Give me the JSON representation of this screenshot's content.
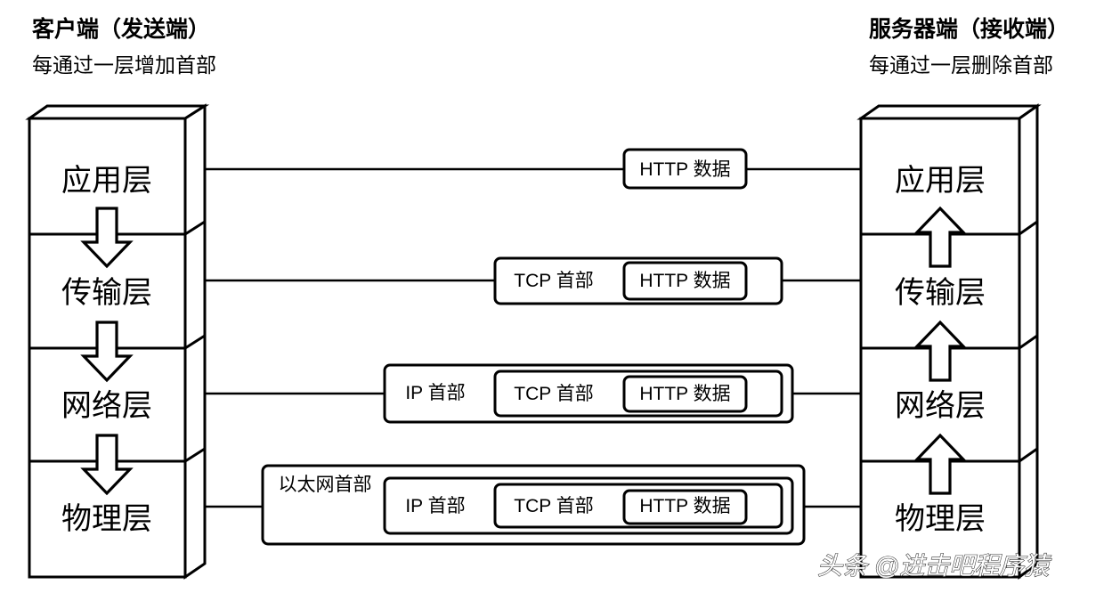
{
  "headers": {
    "client": {
      "title": "客户端（发送端）",
      "subtitle": "每通过一层增加首部"
    },
    "server": {
      "title": "服务器端（接收端）",
      "subtitle": "每通过一层删除首部"
    }
  },
  "client_stack": {
    "name": "client-protocol-stack",
    "layers": [
      {
        "id": "application",
        "label": "应用层"
      },
      {
        "id": "transport",
        "label": "传输层"
      },
      {
        "id": "network",
        "label": "网络层"
      },
      {
        "id": "physical",
        "label": "物理层"
      }
    ],
    "arrow_direction": "down"
  },
  "server_stack": {
    "name": "server-protocol-stack",
    "layers": [
      {
        "id": "application",
        "label": "应用层"
      },
      {
        "id": "transport",
        "label": "传输层"
      },
      {
        "id": "network",
        "label": "网络层"
      },
      {
        "id": "physical",
        "label": "物理层"
      }
    ],
    "arrow_direction": "up"
  },
  "packets": [
    {
      "id": "packet-application",
      "layer": "应用层",
      "segments": [
        "HTTP 数据"
      ]
    },
    {
      "id": "packet-transport",
      "layer": "传输层",
      "segments": [
        "TCP 首部",
        "HTTP 数据"
      ]
    },
    {
      "id": "packet-network",
      "layer": "网络层",
      "segments": [
        "IP 首部",
        "TCP 首部",
        "HTTP 数据"
      ]
    },
    {
      "id": "packet-physical",
      "layer": "物理层",
      "segments": [
        "以太网首部",
        "IP 首部",
        "TCP 首部",
        "HTTP 数据"
      ]
    }
  ],
  "labels": {
    "http_data": "HTTP 数据",
    "tcp_header": "TCP 首部",
    "ip_header": "IP 首部",
    "ethernet_header": "以太网首部"
  },
  "watermark": {
    "text": "头条 @进击吧程序猿"
  },
  "colors": {
    "stroke": "#000000",
    "background": "#ffffff"
  }
}
